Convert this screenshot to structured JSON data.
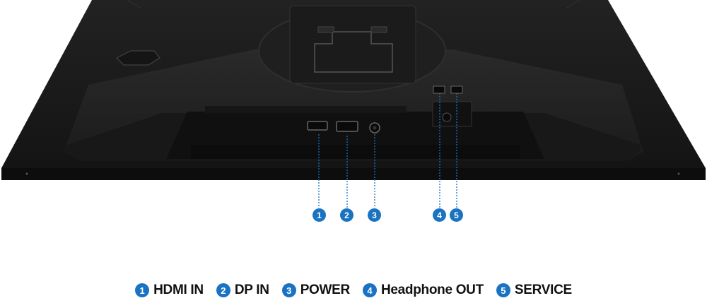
{
  "callouts": [
    "1",
    "2",
    "3",
    "4",
    "5"
  ],
  "legend": [
    {
      "num": "1",
      "label": "HDMI IN"
    },
    {
      "num": "2",
      "label": "DP IN"
    },
    {
      "num": "3",
      "label": "POWER"
    },
    {
      "num": "4",
      "label": "Headphone OUT"
    },
    {
      "num": "5",
      "label": "SERVICE"
    }
  ],
  "colors": {
    "accent": "#1a73c2",
    "monitor_body": "#1c1c1c",
    "background": "#ffffff"
  }
}
